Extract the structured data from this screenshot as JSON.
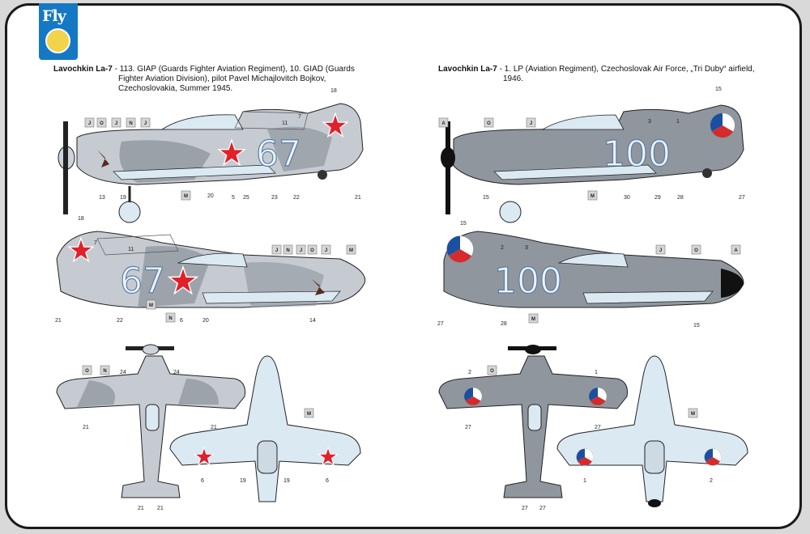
{
  "logo": {
    "text": "Fly"
  },
  "left_caption": {
    "title": "Lavochkin La-7",
    "line1": " - 113. GIAP (Guards Fighter Aviation Regiment), 10. GIAD (Guards",
    "line2": "Fighter Aviation Division), pilot Pavel Michajlovitch Bojkov,",
    "line3": "Czechoslovakia,  Summer 1945."
  },
  "right_caption": {
    "title": "Lavochkin La-7",
    "line1": " - 1. LP (Aviation Regiment), Czechoslovak Air Force, „Tri Duby“ airfield,",
    "line2": "1946."
  },
  "left_code": "67",
  "right_code": "100",
  "colors": {
    "light_grey": "#c6cbd2",
    "dark_grey": "#8f969e",
    "light_blue": "#dbe9f3",
    "red_star": "#e2202a",
    "czech_blue": "#1b4fa0",
    "czech_red": "#d52b2b"
  },
  "left_top_boxes": [
    "J",
    "O",
    "J",
    "N",
    "J"
  ],
  "left_top_numbers": [
    "18",
    "7",
    "11",
    "13",
    "19",
    "20",
    "5",
    "25",
    "23",
    "22",
    "21"
  ],
  "left_top_box_m": "M",
  "left_side2_boxes": [
    "J",
    "N",
    "J",
    "O",
    "J",
    "M"
  ],
  "left_side2_numbers": [
    "18",
    "7",
    "11",
    "21",
    "22",
    "6",
    "20",
    "14"
  ],
  "left_side2_box_lower": [
    "M",
    "N"
  ],
  "left_plan_boxes": [
    "O",
    "N"
  ],
  "left_plan_numbers": [
    "24",
    "24",
    "21",
    "21",
    "21",
    "21"
  ],
  "left_under_box": "M",
  "left_under_numbers": [
    "6",
    "6",
    "19",
    "19"
  ],
  "right_top_boxes": [
    "A",
    "O",
    "J"
  ],
  "right_top_numbers": [
    "15",
    "1",
    "3",
    "15",
    "30",
    "29",
    "28",
    "27"
  ],
  "right_top_box_m": "M",
  "right_side2_boxes": [
    "J",
    "O",
    "A"
  ],
  "right_side2_numbers": [
    "15",
    "2",
    "3",
    "27",
    "28",
    "15"
  ],
  "right_side2_box_lower": "M",
  "right_plan_boxes": [
    "O"
  ],
  "right_plan_numbers": [
    "2",
    "1",
    "27",
    "27",
    "27",
    "27"
  ],
  "right_under_box": "M",
  "right_under_numbers": [
    "1",
    "2"
  ]
}
